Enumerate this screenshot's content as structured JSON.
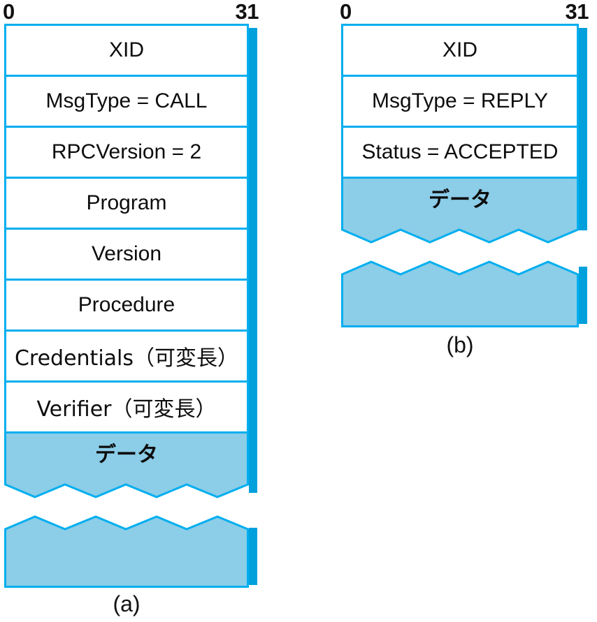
{
  "diagram": {
    "type": "packet-format-diagram",
    "colors": {
      "border": "#00AEEF",
      "shadow": "#00A0DC",
      "data_fill": "#8CCDE8",
      "field_fill": "#FFFFFF",
      "text": "#111111"
    },
    "panels": [
      {
        "id": "a",
        "caption": "(a)",
        "bit_start": "0",
        "bit_end": "31",
        "fields": [
          {
            "label": "XID"
          },
          {
            "label": "MsgType = CALL"
          },
          {
            "label": "RPCVersion = 2"
          },
          {
            "label": "Program"
          },
          {
            "label": "Version"
          },
          {
            "label": "Procedure"
          },
          {
            "label": "Credentials（可変長）"
          },
          {
            "label": "Verifier（可変長）"
          }
        ],
        "data_section": {
          "label": "データ",
          "has_break": true
        }
      },
      {
        "id": "b",
        "caption": "(b)",
        "bit_start": "0",
        "bit_end": "31",
        "fields": [
          {
            "label": "XID"
          },
          {
            "label": "MsgType = REPLY"
          },
          {
            "label": "Status = ACCEPTED"
          }
        ],
        "data_section": {
          "label": "データ",
          "has_break": true
        }
      }
    ]
  }
}
